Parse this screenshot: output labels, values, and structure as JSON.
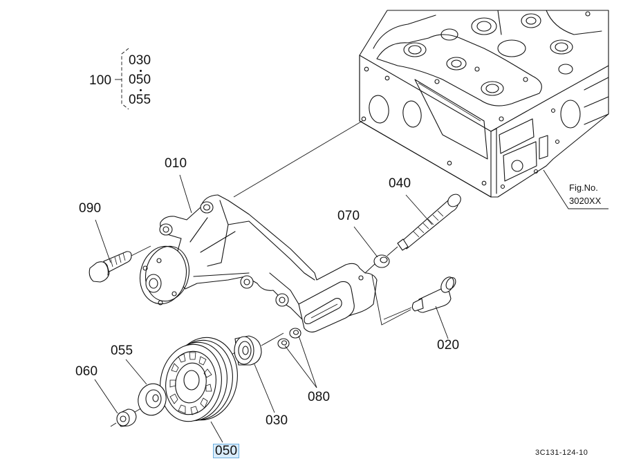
{
  "diagram": {
    "title": "Water pump / fan pulley exploded parts view",
    "figure_label": "Fig.No.",
    "figure_number": "3020XX",
    "drawing_code": "3C131-124-10",
    "assembly_group": {
      "parent": "100",
      "children": [
        "030",
        "050",
        "055"
      ]
    },
    "callouts": [
      {
        "id": "010",
        "part": "pump-bracket"
      },
      {
        "id": "020",
        "part": "shoulder-bolt"
      },
      {
        "id": "030",
        "part": "spacer-collar"
      },
      {
        "id": "040",
        "part": "long-bolt"
      },
      {
        "id": "050",
        "part": "pulley",
        "selected": true
      },
      {
        "id": "055",
        "part": "washer-plate"
      },
      {
        "id": "060",
        "part": "flange-nut"
      },
      {
        "id": "070",
        "part": "nut"
      },
      {
        "id": "080",
        "part": "nuts-pair"
      },
      {
        "id": "090",
        "part": "bolt"
      }
    ],
    "selection": {
      "id": "050",
      "highlight_color": "#d9ecfb",
      "border_color": "#6aaedf"
    }
  }
}
